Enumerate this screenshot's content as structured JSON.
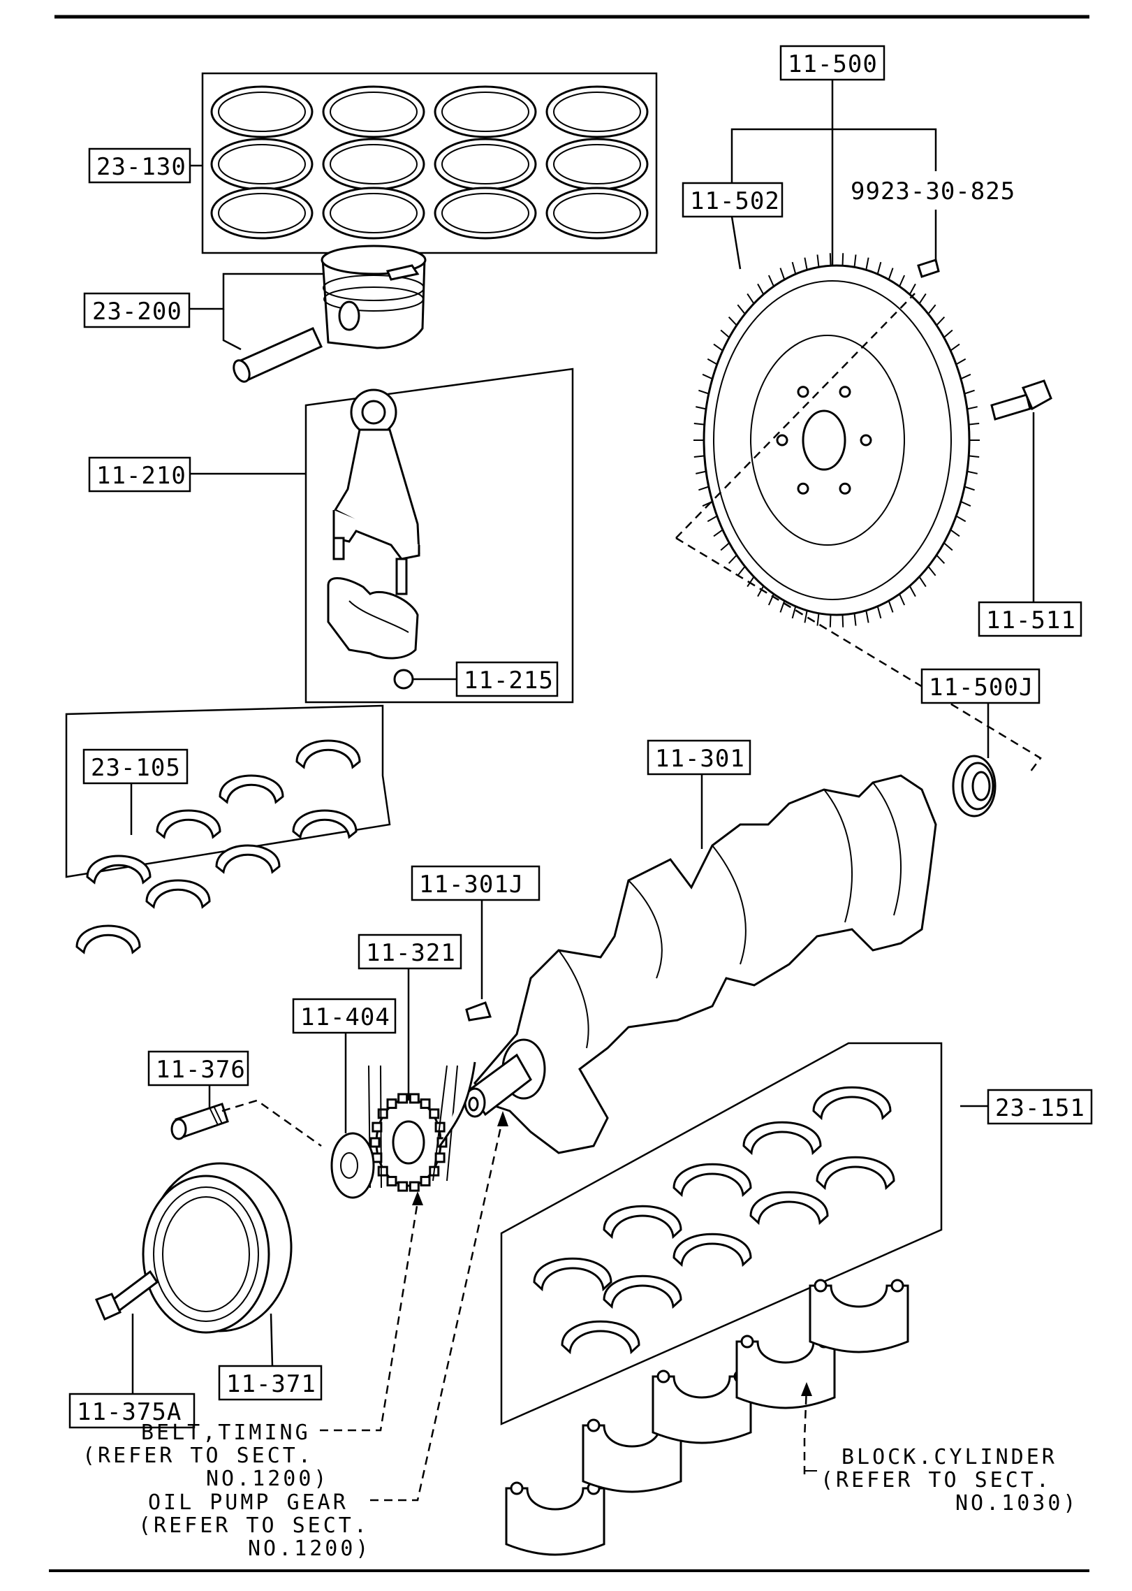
{
  "labels": {
    "piston_rings": "23-130",
    "piston": "23-200",
    "connecting_rod": "11-210",
    "rod_nut": "11-215",
    "rod_bearings": "23-105",
    "flywheel_assy": "11-500",
    "ring_gear": "11-502",
    "dowel_pin": "9923-30-825",
    "flywheel_bolt": "11-511",
    "pilot_bearing": "11-500J",
    "crankshaft": "11-301",
    "crank_key": "11-301J",
    "timing_gear": "11-321",
    "plate": "11-404",
    "bolt": "11-376",
    "pulley": "11-371",
    "pulley_bolt": "11-375A",
    "main_bearings": "23-151"
  },
  "notes": {
    "belt_line1": "BELT,TIMING",
    "belt_line2": "(REFER TO SECT.",
    "belt_line3": "NO.1200)",
    "oil_line1": "OIL PUMP GEAR",
    "oil_line2": "(REFER TO SECT.",
    "oil_line3": "NO.1200)",
    "block_line1": "BLOCK.CYLINDER",
    "block_line2": "(REFER TO SECT.",
    "block_line3": "NO.1030)"
  }
}
